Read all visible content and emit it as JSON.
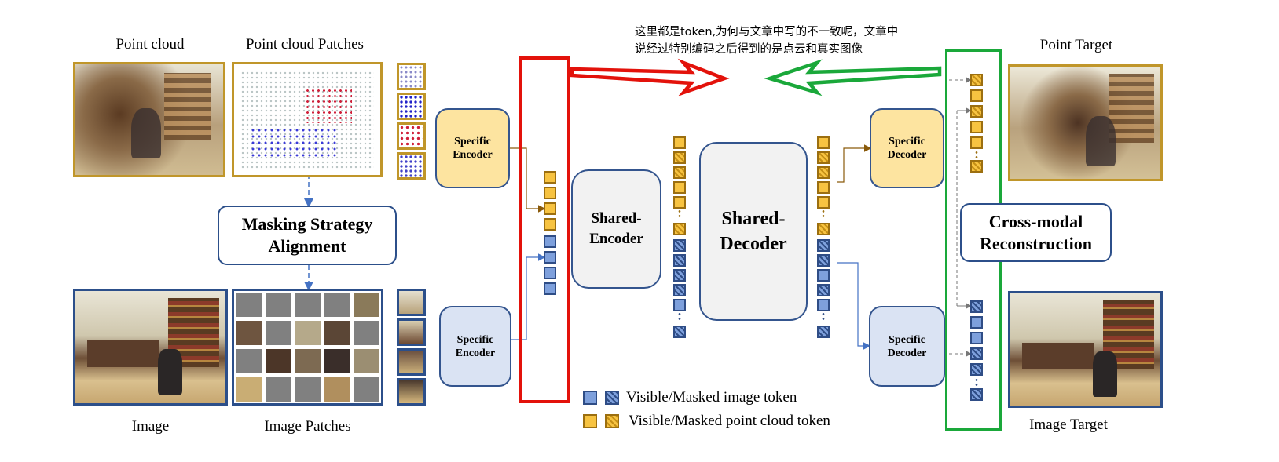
{
  "labels": {
    "point_cloud": "Point cloud",
    "point_cloud_patches": "Point cloud Patches",
    "point_target": "Point Target",
    "image": "Image",
    "image_patches": "Image Patches",
    "image_target": "Image Target"
  },
  "boxes": {
    "masking": "Masking Strategy Alignment",
    "specific_encoder": "Specific Encoder",
    "specific_decoder": "Specific Decoder",
    "shared_encoder": "Shared-Encoder",
    "shared_decoder": "Shared-Decoder",
    "cross_modal": "Cross-modal Reconstruction"
  },
  "annotation": {
    "line1": "这里都是token,为何与文章中写的不一致呢，文章中",
    "line2": "说经过特别编码之后得到的是点云和真实图像"
  },
  "legend": {
    "image_token": "Visible/Masked image token",
    "point_token": "Visible/Masked point cloud token"
  },
  "colors": {
    "annotation_red": "#e3120b",
    "annotation_green": "#1aa83a",
    "point_gold": "#c0962a",
    "image_navy": "#2c4f8a"
  }
}
